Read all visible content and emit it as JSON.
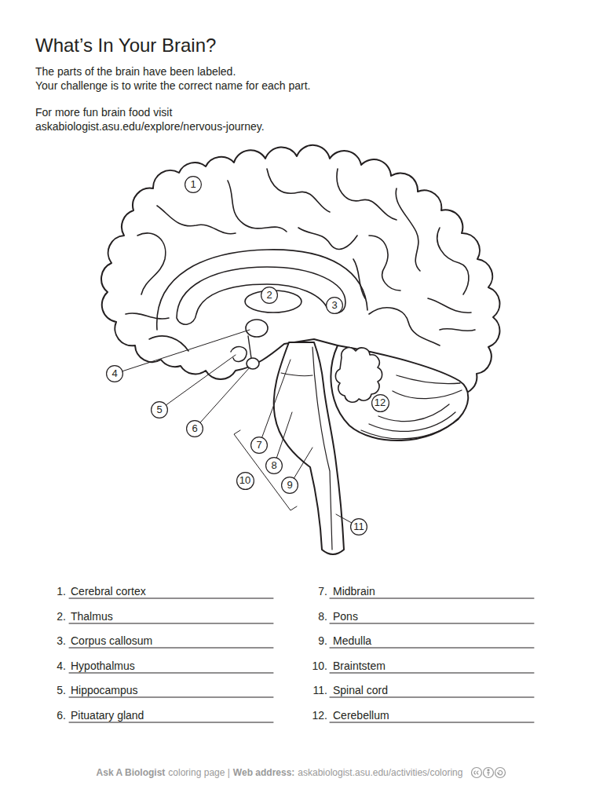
{
  "diagram": {
    "title": "What’s In Your Brain?",
    "nodes": [
      {
        "text": [
          "1"
        ]
      },
      {
        "text": [
          "2"
        ]
      },
      {
        "text": [
          "3"
        ]
      },
      {
        "text": [
          "4"
        ]
      },
      {
        "text": [
          "5"
        ]
      },
      {
        "text": [
          "6"
        ]
      },
      {
        "text": [
          "7"
        ]
      },
      {
        "text": [
          "8"
        ]
      },
      {
        "text": [
          "9"
        ]
      },
      {
        "text": [
          "10"
        ]
      },
      {
        "text": [
          "11"
        ]
      },
      {
        "text": [
          "12"
        ]
      }
    ],
    "labels": [
      "The parts of the brain have been labeled.",
      "Your challenge is to write the correct name for each part.",
      "For more fun brain food visit askabiologist.asu.edu/explore/nervous-journey.",
      "1.",
      "Cerebral cortex",
      "2.",
      "Thalmus",
      "3.",
      "Corpus callosum",
      "4.",
      "Hypothalmus",
      "5.",
      "Hippocampus",
      "6.",
      "Pituatary gland",
      "7.",
      "Midbrain",
      "8.",
      "Pons",
      "9.",
      "Medulla",
      "10.",
      "Braintstem",
      "11.",
      "Spinal cord",
      "12.",
      "Cerebellum",
      "Ask A Biologist",
      "coloring page |",
      "Web address:",
      "askabiologist.asu.edu/activities/coloring"
    ]
  }
}
